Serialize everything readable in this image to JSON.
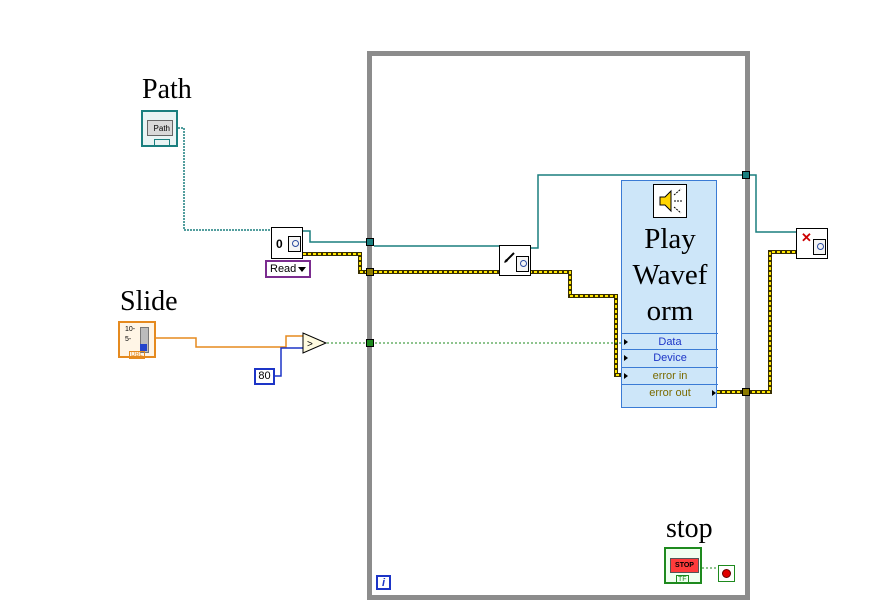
{
  "labels": {
    "path": "Path",
    "slide": "Slide",
    "stop": "stop"
  },
  "controls": {
    "path_inner": "Path",
    "slide_scale_top": "10-",
    "slide_scale_mid": "5-",
    "slide_type": "DBL",
    "stop_button": "STOP",
    "stop_type": "TF"
  },
  "nodes": {
    "open_file_zero": "0",
    "read_enum": "Read",
    "constant_80": "80",
    "loop_index": "i",
    "play_waveform_title": "Play Waveform"
  },
  "play_waveform_terminals": [
    "Data",
    "Device",
    "error in",
    "error out"
  ],
  "colors": {
    "path_wire": "#1a7f7f",
    "numeric_wire": "#e58a1f",
    "error_wire": "#8c7a00",
    "bool_wire": "#1e8a1e",
    "loop_border": "#8c8c8c",
    "play_bg": "#cde6f9"
  }
}
